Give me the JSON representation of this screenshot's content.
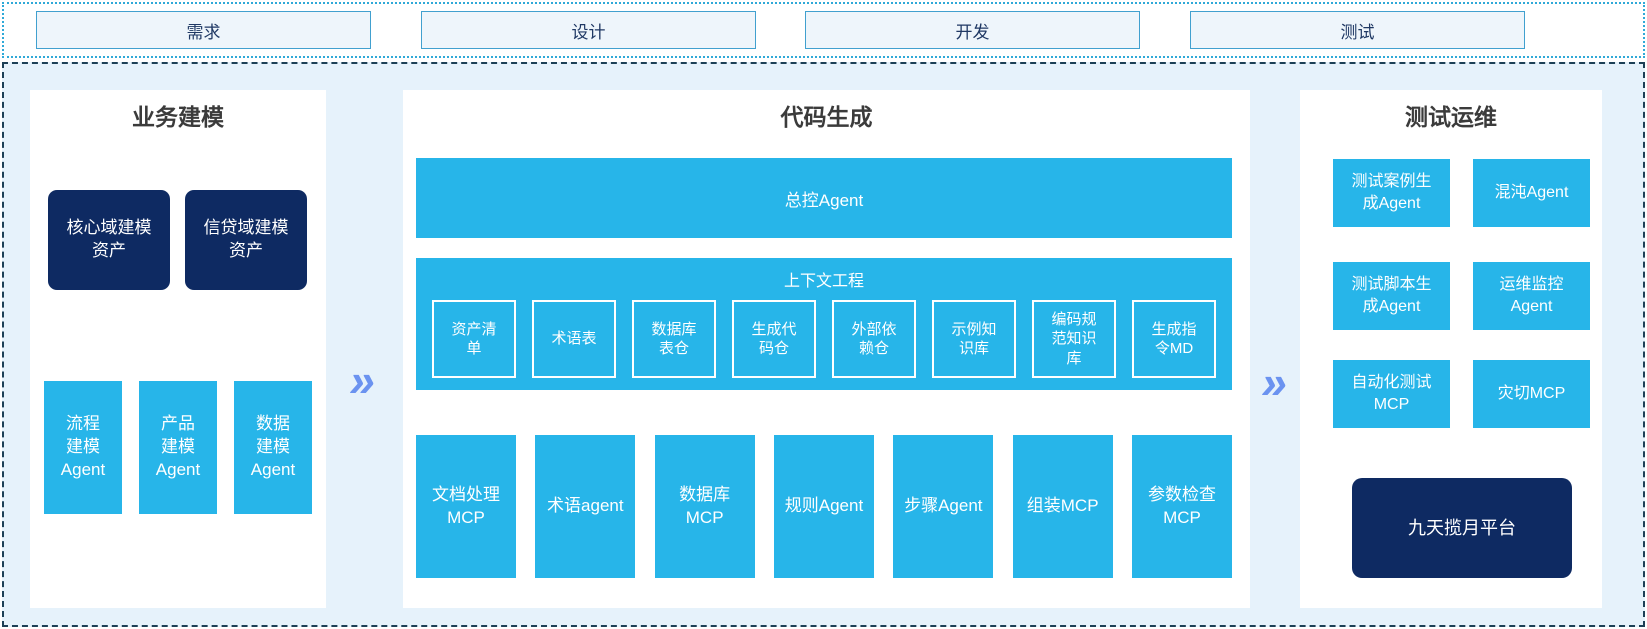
{
  "phases": {
    "items": [
      "需求",
      "设计",
      "开发",
      "测试"
    ]
  },
  "flow": {
    "arrow_symbol": "»"
  },
  "business_modeling": {
    "title": "业务建模",
    "assets": [
      "核心域建模\n资产",
      "信贷域建模\n资产"
    ],
    "agents": [
      "流程\n建模\nAgent",
      "产品\n建模\nAgent",
      "数据\n建模\nAgent"
    ]
  },
  "code_generation": {
    "title": "代码生成",
    "master_agent": "总控Agent",
    "context_engineering": {
      "title": "上下文工程",
      "items": [
        "资产清\n单",
        "术语表",
        "数据库\n表仓",
        "生成代\n码仓",
        "外部依\n赖仓",
        "示例知\n识库",
        "编码规\n范知识\n库",
        "生成指\n令MD"
      ]
    },
    "tools": [
      "文档处理\nMCP",
      "术语agent",
      "数据库\nMCP",
      "规则Agent",
      "步骤Agent",
      "组装MCP",
      "参数检查\nMCP"
    ]
  },
  "test_ops": {
    "title": "测试运维",
    "boxes": [
      "测试案例生\n成Agent",
      "混沌Agent",
      "测试脚本生\n成Agent",
      "运维监控\nAgent",
      "自动化测试\nMCP",
      "灾切MCP"
    ],
    "platform": "九天揽月平台"
  },
  "colors": {
    "cyan_box": "#27b5e9",
    "navy_box": "#0e2a62",
    "arrow": "#6b93f0",
    "phase_fill": "#eef5fb",
    "phase_border": "#41a0cf",
    "outer_dotted_border": "#2fa9d8",
    "main_dashed_border": "#1d4056",
    "main_background": "#e6f2fb",
    "title_text": "#3b3b3b"
  }
}
